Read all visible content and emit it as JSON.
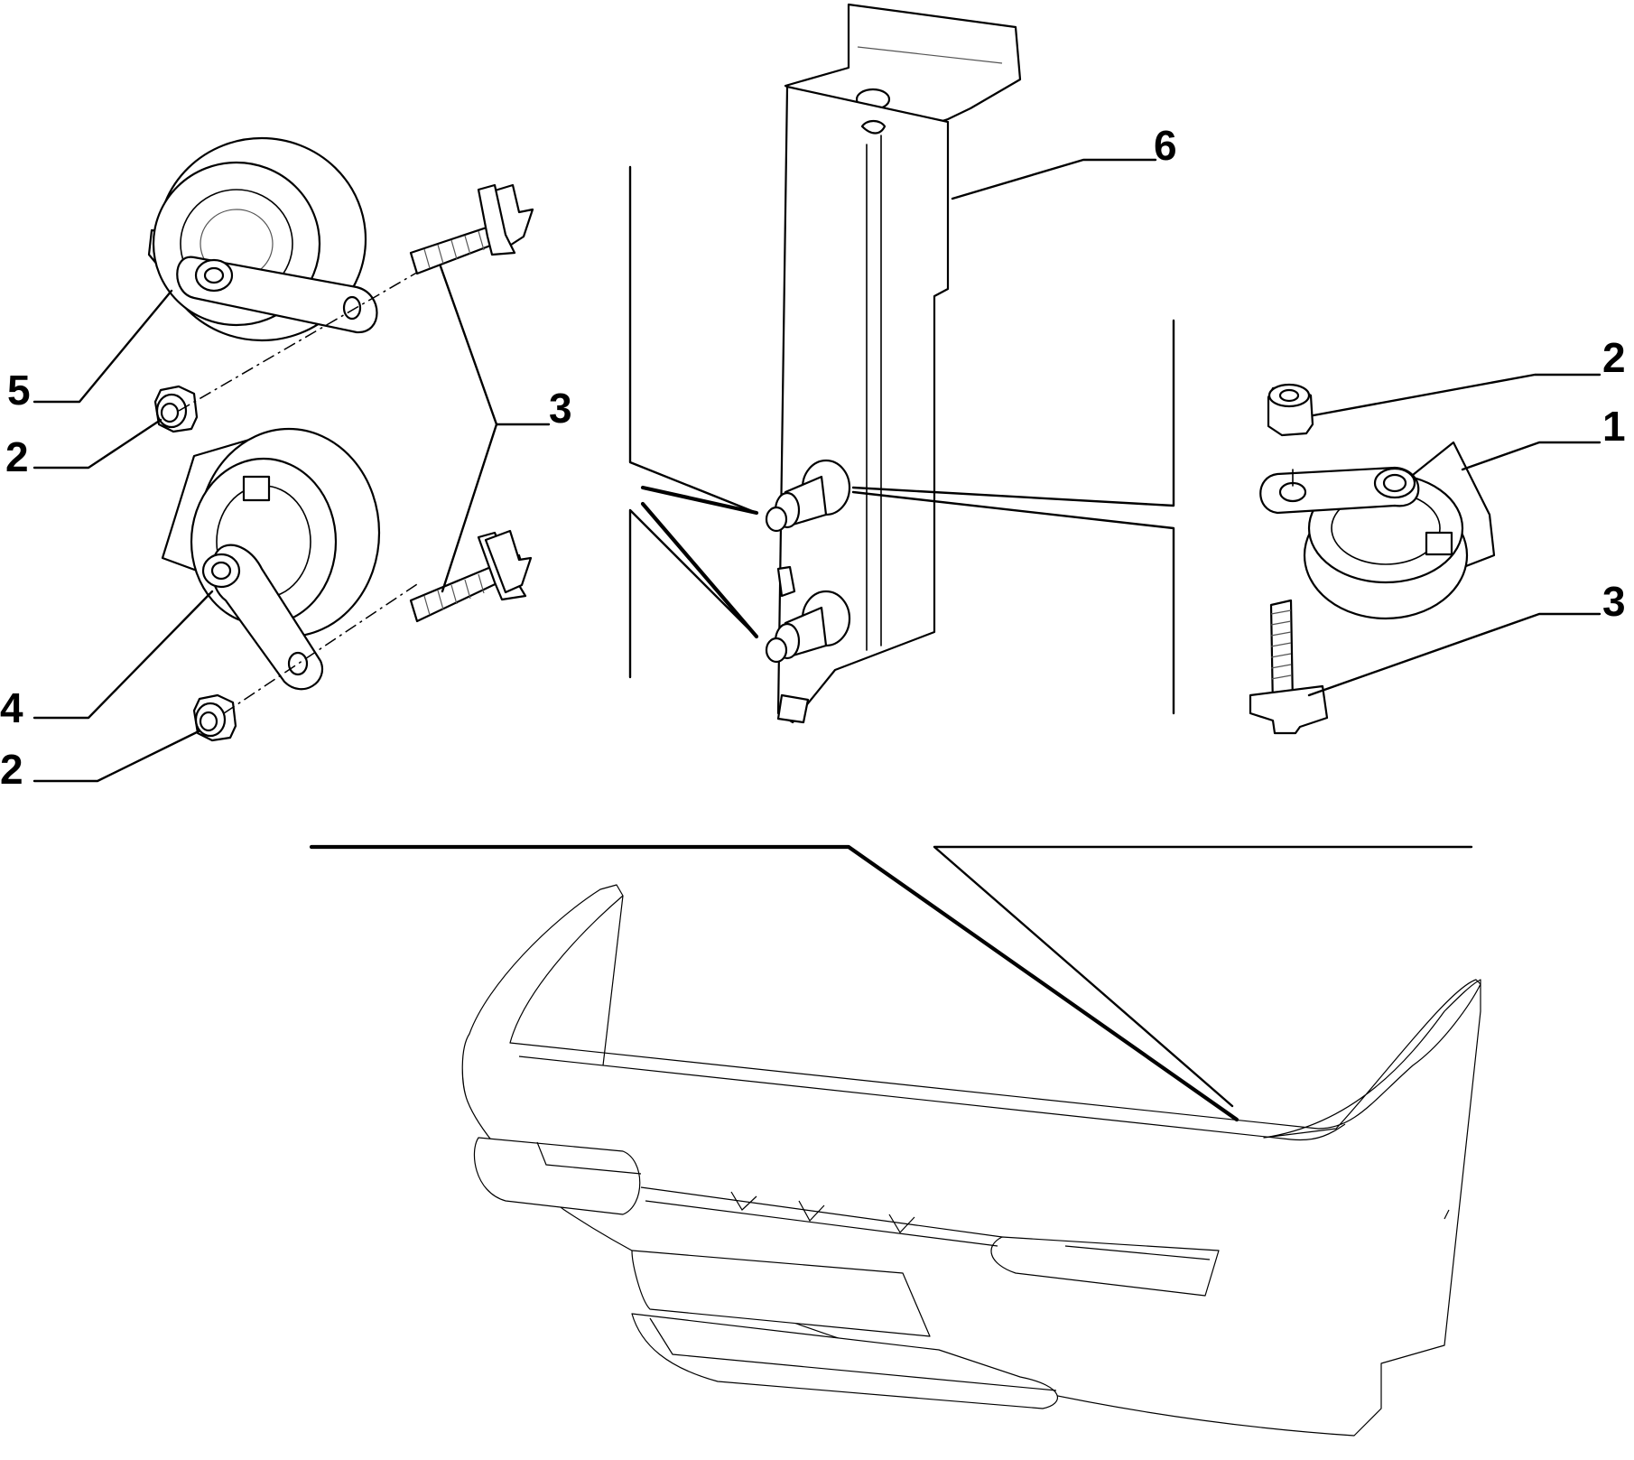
{
  "callouts": {
    "c5": "5",
    "c2_upper_left": "2",
    "c4": "4",
    "c2_lower_left": "2",
    "c3_left": "3",
    "c6": "6",
    "c2_right": "2",
    "c1": "1",
    "c3_right": "3"
  }
}
